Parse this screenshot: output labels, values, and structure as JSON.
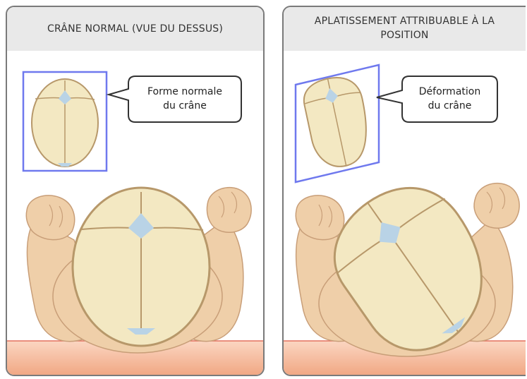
{
  "panels": [
    {
      "id": "normal",
      "title": "CRÂNE NORMAL (VUE DU DESSUS)",
      "callout": [
        "Forme normale",
        "du crâne"
      ]
    },
    {
      "id": "flattened",
      "title_lines": [
        "APLATISSEMENT ATTRIBUABLE À LA",
        "POSITION"
      ],
      "callout": [
        "Déformation",
        "du crâne"
      ]
    }
  ],
  "colors": {
    "skull_fill": "#f3e8c2",
    "skull_stroke": "#b7986a",
    "fontanel": "#b9d3e6",
    "skin": "#efcfa9",
    "skin_stroke": "#c89e78",
    "highlight_box": "#6f79ee",
    "surface": "#f3a98a"
  }
}
